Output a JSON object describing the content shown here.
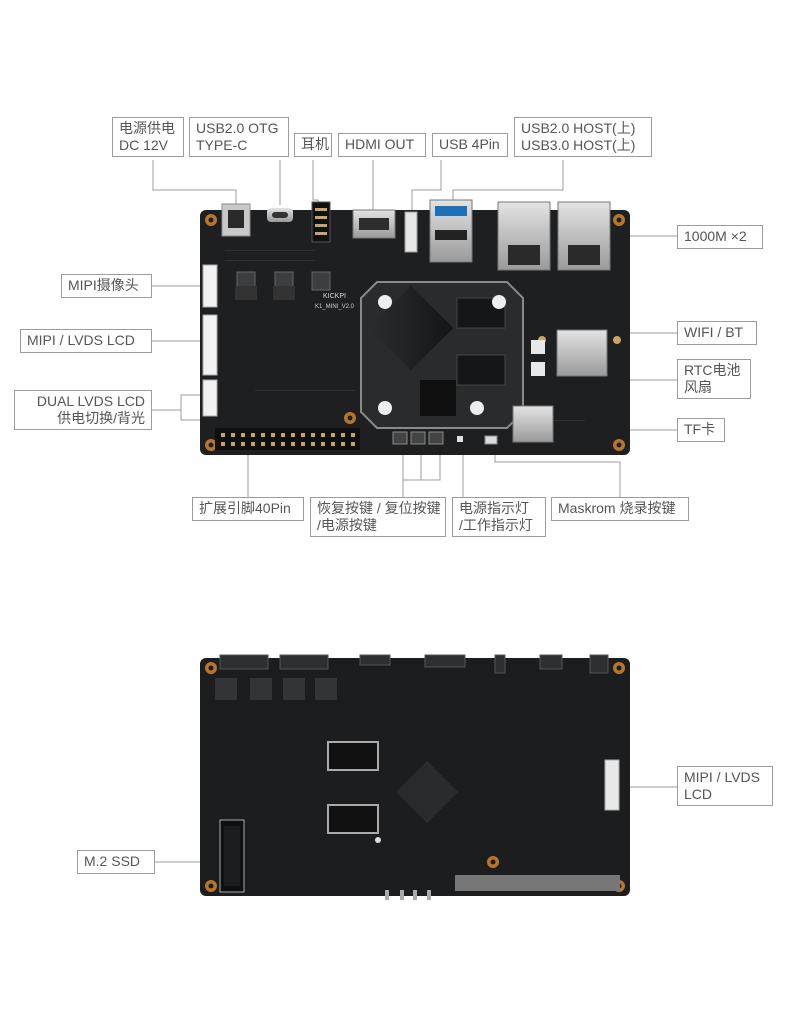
{
  "top_labels": {
    "dc_power": [
      "电源供电",
      "DC 12V"
    ],
    "usb_otg": [
      "USB2.0 OTG",
      "TYPE-C"
    ],
    "earphone": [
      "耳机"
    ],
    "hdmi_out": [
      "HDMI OUT"
    ],
    "usb_4pin": [
      "USB 4Pin"
    ],
    "usb_host": [
      "USB2.0 HOST(上)",
      "USB3.0 HOST(上)"
    ],
    "ethernet": [
      "1000M  ×2"
    ],
    "mipi_camera": [
      "MIPI摄像头"
    ],
    "mipi_lvds": [
      "MIPI / LVDS LCD"
    ],
    "dual_lvds": [
      "DUAL LVDS LCD",
      "供电切换/背光"
    ],
    "wifi_bt": [
      "WIFI / BT"
    ],
    "rtc_fan": [
      "RTC电池",
      "风扇"
    ],
    "tf_card": [
      "TF卡"
    ],
    "gpio_40pin": [
      "扩展引脚40Pin"
    ],
    "buttons": [
      "恢复按键 / 复位按键",
      "/电源按键"
    ],
    "leds": [
      "电源指示灯",
      "/工作指示灯"
    ],
    "maskrom": [
      "Maskrom 烧录按键"
    ]
  },
  "bottom_labels": {
    "mipi_lvds_lcd": [
      "MIPI / LVDS",
      "LCD"
    ],
    "m2_ssd": [
      "M.2 SSD"
    ]
  },
  "board_silkscreen": {
    "brand": "KICKPI",
    "model": "K1_MINI_V2.0"
  },
  "colors": {
    "pcb": "#1e1f21",
    "leader": "#9c9c9c",
    "label_text": "#555555"
  }
}
